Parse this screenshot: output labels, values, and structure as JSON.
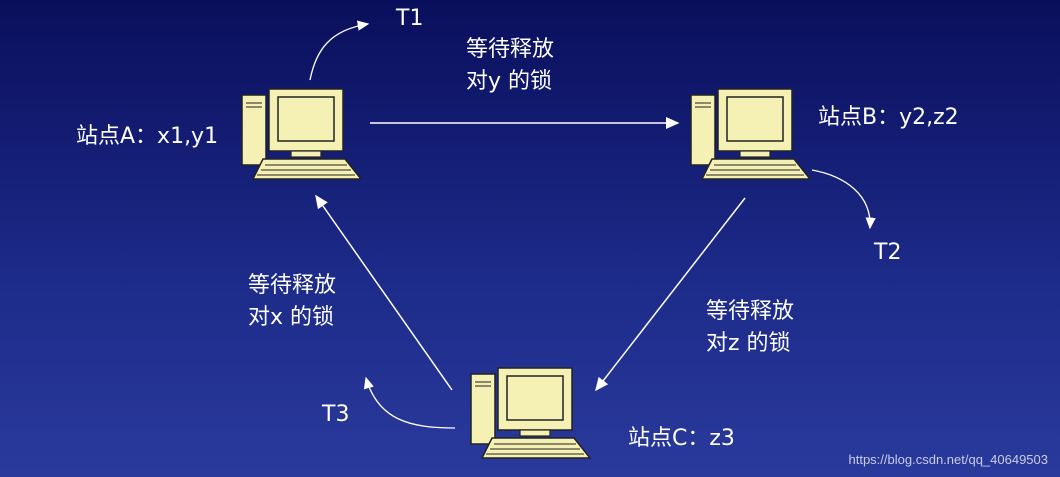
{
  "sites": {
    "a": "站点A：x1,y1",
    "b": "站点B：y2,z2",
    "c": "站点C：z3"
  },
  "transactions": {
    "t1": "T1",
    "t2": "T2",
    "t3": "T3"
  },
  "messages": {
    "ab": [
      "等待释放",
      "对y 的锁"
    ],
    "bc": [
      "等待释放",
      "对z 的锁"
    ],
    "ca": [
      "等待释放",
      "对x 的锁"
    ]
  },
  "watermark": "https://blog.csdn.net/qq_40649503",
  "colors": {
    "background_top": "#0a0f5c",
    "background_bottom": "#2a3a9c",
    "computer_fill": "#f5f0b4",
    "line": "#ffffff"
  }
}
